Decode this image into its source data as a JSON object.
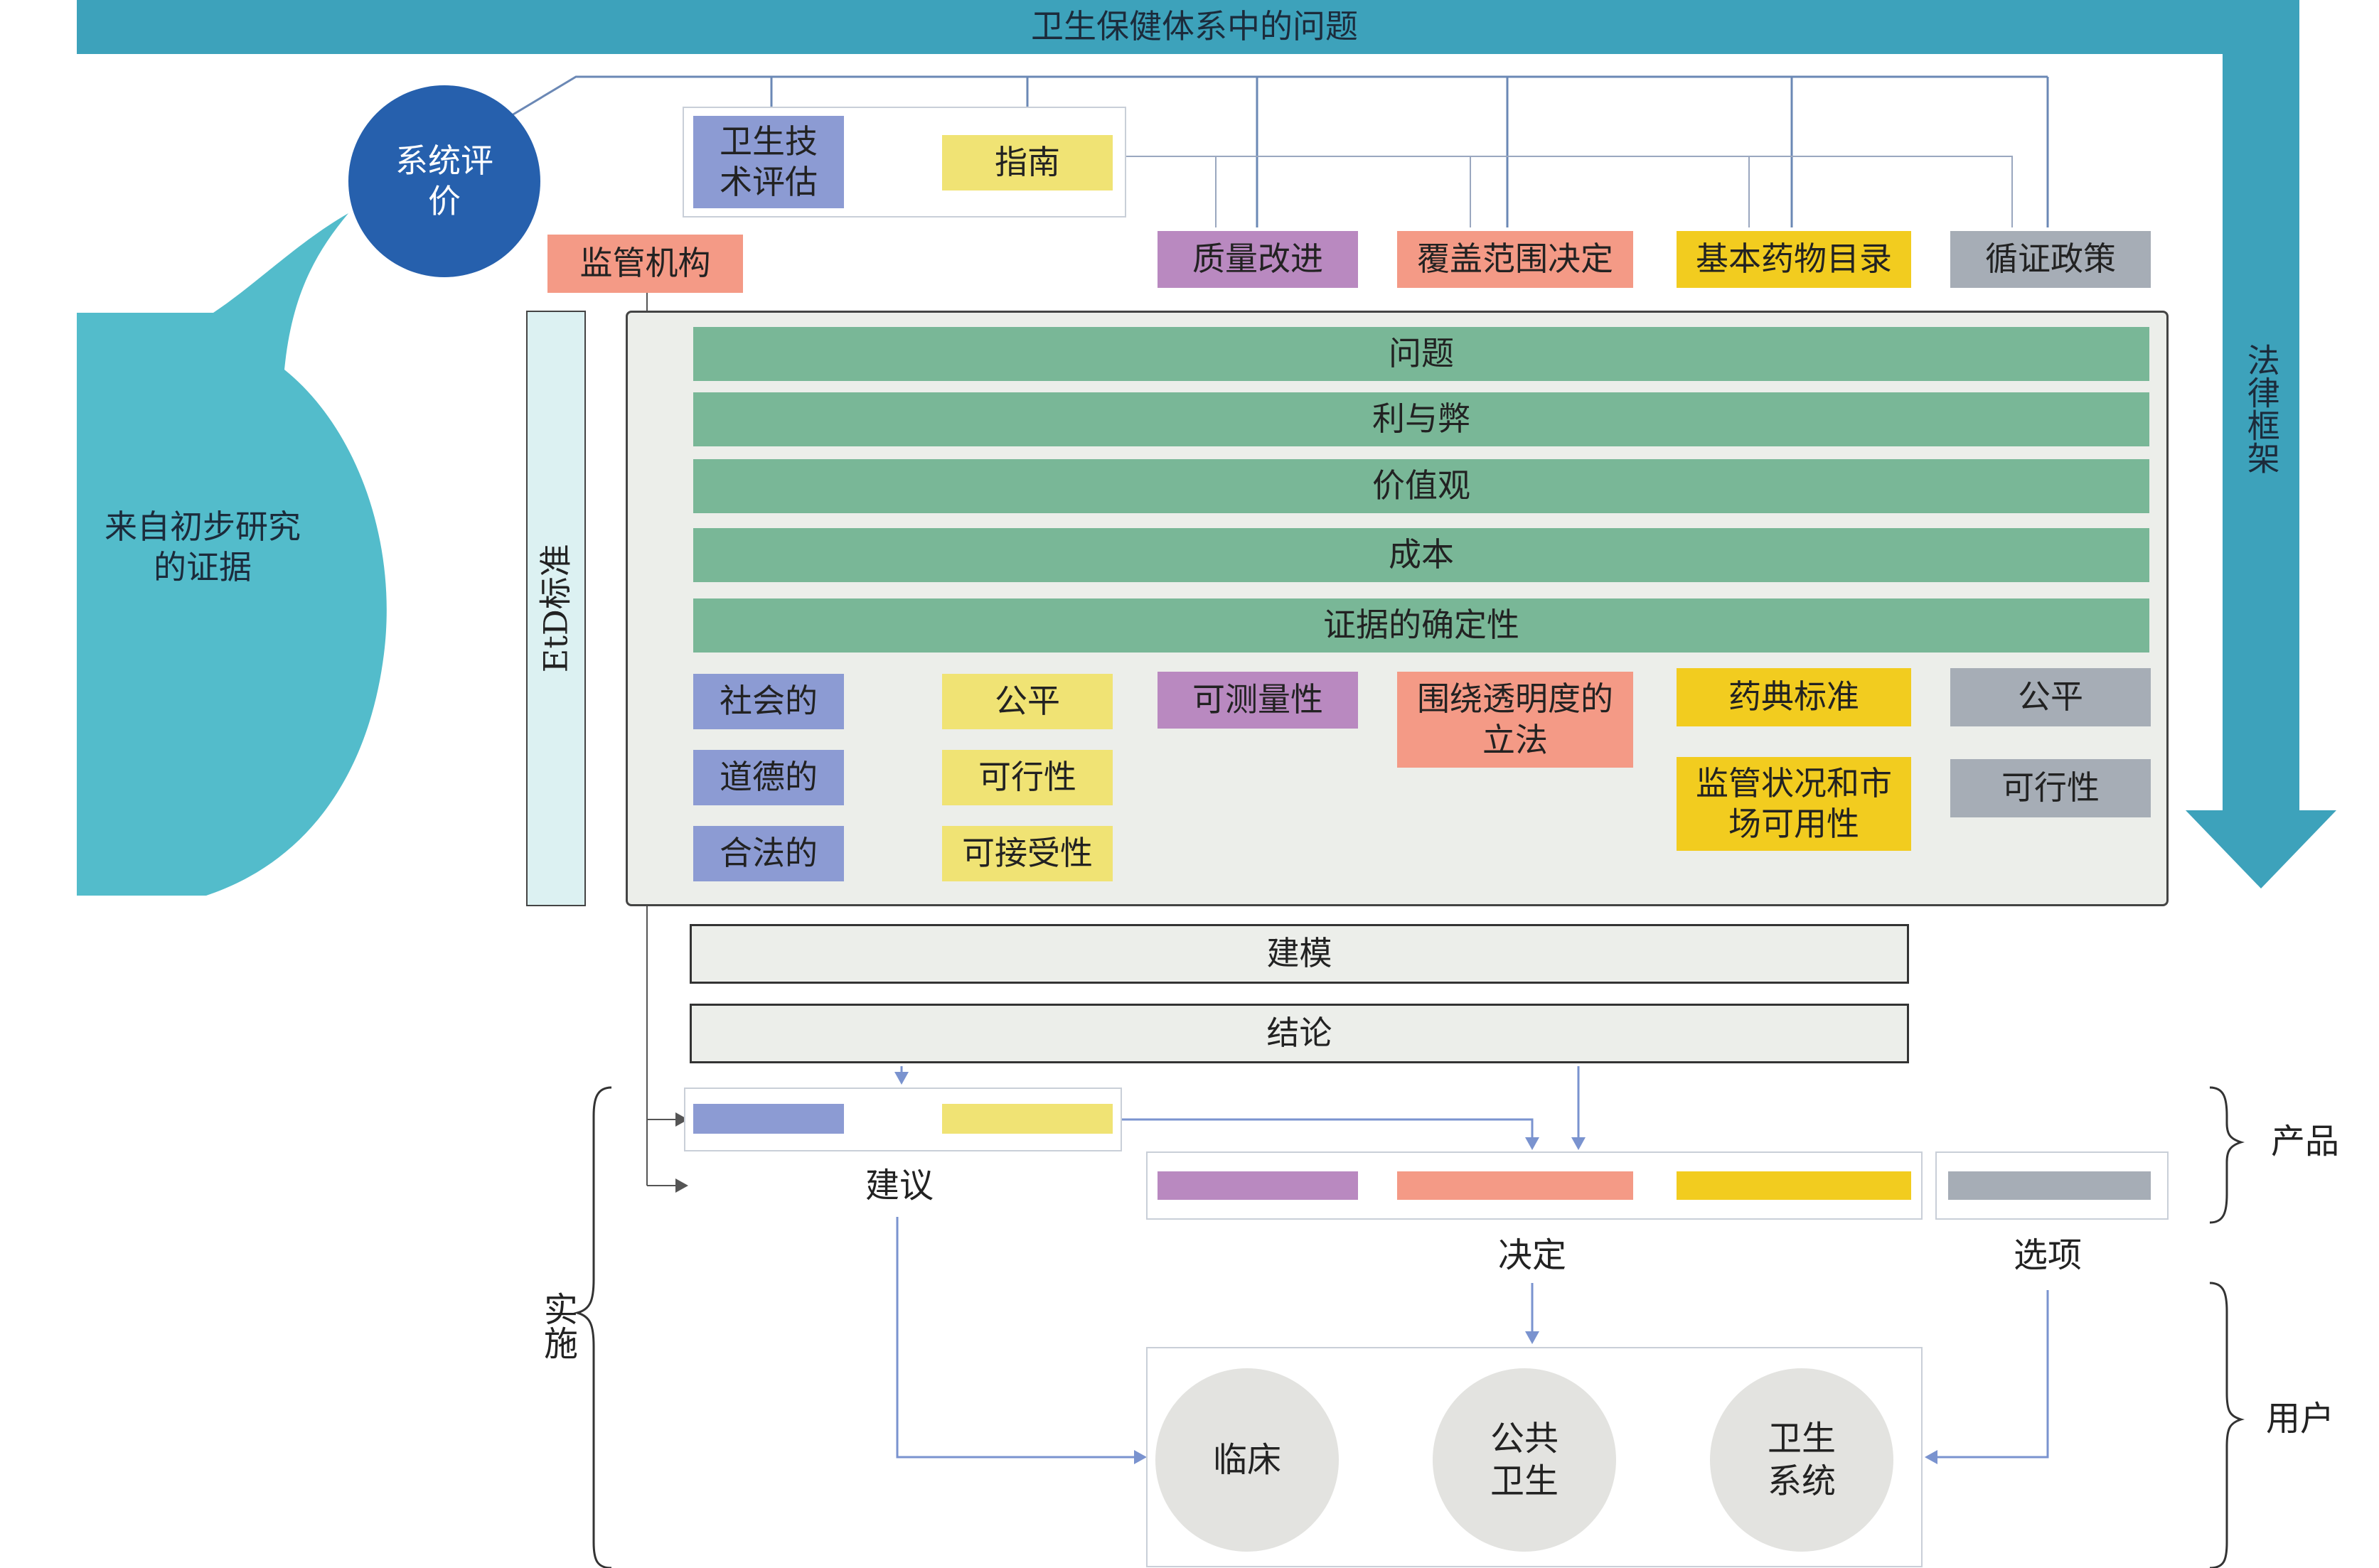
{
  "header": {
    "title": "卫生保健体系中的问题"
  },
  "side_arrow": {
    "label": "法律框架"
  },
  "sr_circle": {
    "label": "系统评价"
  },
  "primary_evidence": {
    "label": "来自初步研究的证据"
  },
  "top_boxes": {
    "hta": "卫生技术评估",
    "guideline": "指南",
    "regulator": "监管机构",
    "quality": "质量改进",
    "coverage": "覆盖范围决定",
    "essential_meds": "基本药物目录",
    "ebp": "循证政策"
  },
  "etd": {
    "label": "EtD标准",
    "bars": [
      "问题",
      "利与弊",
      "价值观",
      "成本",
      "证据的确定性"
    ],
    "col1": [
      "社会的",
      "道德的",
      "合法的"
    ],
    "col2": [
      "公平",
      "可行性",
      "可接受性"
    ],
    "col3": [
      "可测量性"
    ],
    "col4": [
      "围绕透明度的立法"
    ],
    "col5": [
      "药典标准",
      "监管状况和市场可用性"
    ],
    "col6": [
      "公平",
      "可行性"
    ]
  },
  "process": {
    "modeling": "建模",
    "conclusion": "结论"
  },
  "outputs": {
    "recommendation": "建议",
    "decision": "决定",
    "options": "选项"
  },
  "users": {
    "clinical": "临床",
    "public_health": "公共卫生",
    "health_system": "卫生系统"
  },
  "brackets": {
    "implementation": "实施",
    "products": "产品",
    "users": "用户"
  },
  "colors": {
    "teal_arrow": "#3da2bb",
    "sr_circle": "#2660ad",
    "evidence_blob": "#53bccb",
    "green_bar": "#79b797",
    "blue_box": "#8c9bd3",
    "yellow_box": "#f0e374",
    "purple_box": "#b989c0",
    "salmon_box": "#f49a86",
    "gold_box": "#f2cc1f",
    "gray_box": "#a6adb6",
    "user_circle": "#e3e3e0"
  }
}
